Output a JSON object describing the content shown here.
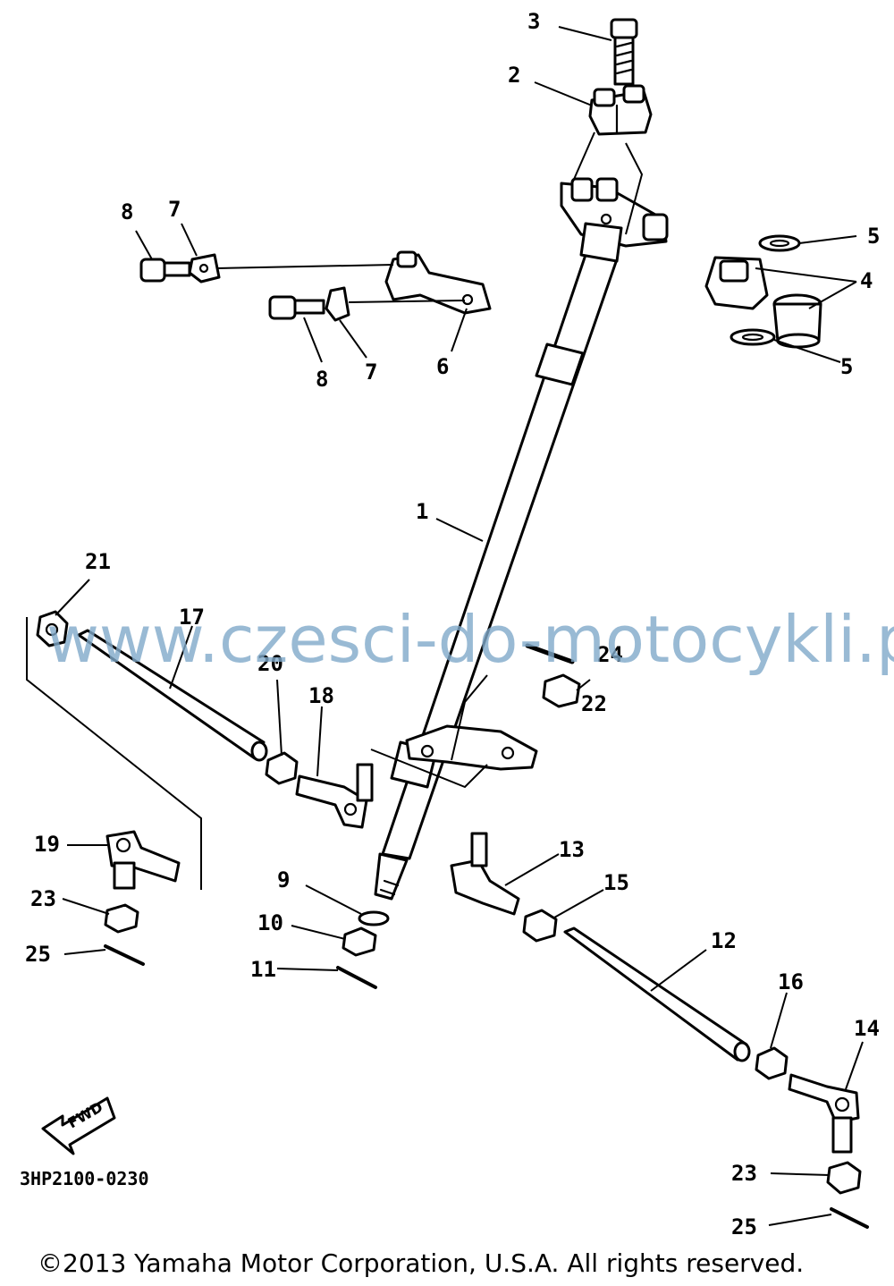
{
  "diagram_code": "3HP2100-0230",
  "watermark": "www.czesci-do-motocykli.pl",
  "copyright": "©2013 Yamaha Motor Corporation, U.S.A. All rights reserved.",
  "forward_arrow_label": "FWD",
  "callouts": {
    "c1": "1",
    "c2": "2",
    "c3": "3",
    "c4": "4",
    "c5a": "5",
    "c5b": "5",
    "c6": "6",
    "c7a": "7",
    "c7b": "7",
    "c8a": "8",
    "c8b": "8",
    "c9": "9",
    "c10": "10",
    "c11": "11",
    "c12": "12",
    "c13": "13",
    "c14": "14",
    "c15": "15",
    "c16": "16",
    "c17": "17",
    "c18": "18",
    "c19": "19",
    "c20": "20",
    "c21": "21",
    "c22": "22",
    "c23a": "23",
    "c23b": "23",
    "c24": "24",
    "c25a": "25",
    "c25b": "25"
  }
}
